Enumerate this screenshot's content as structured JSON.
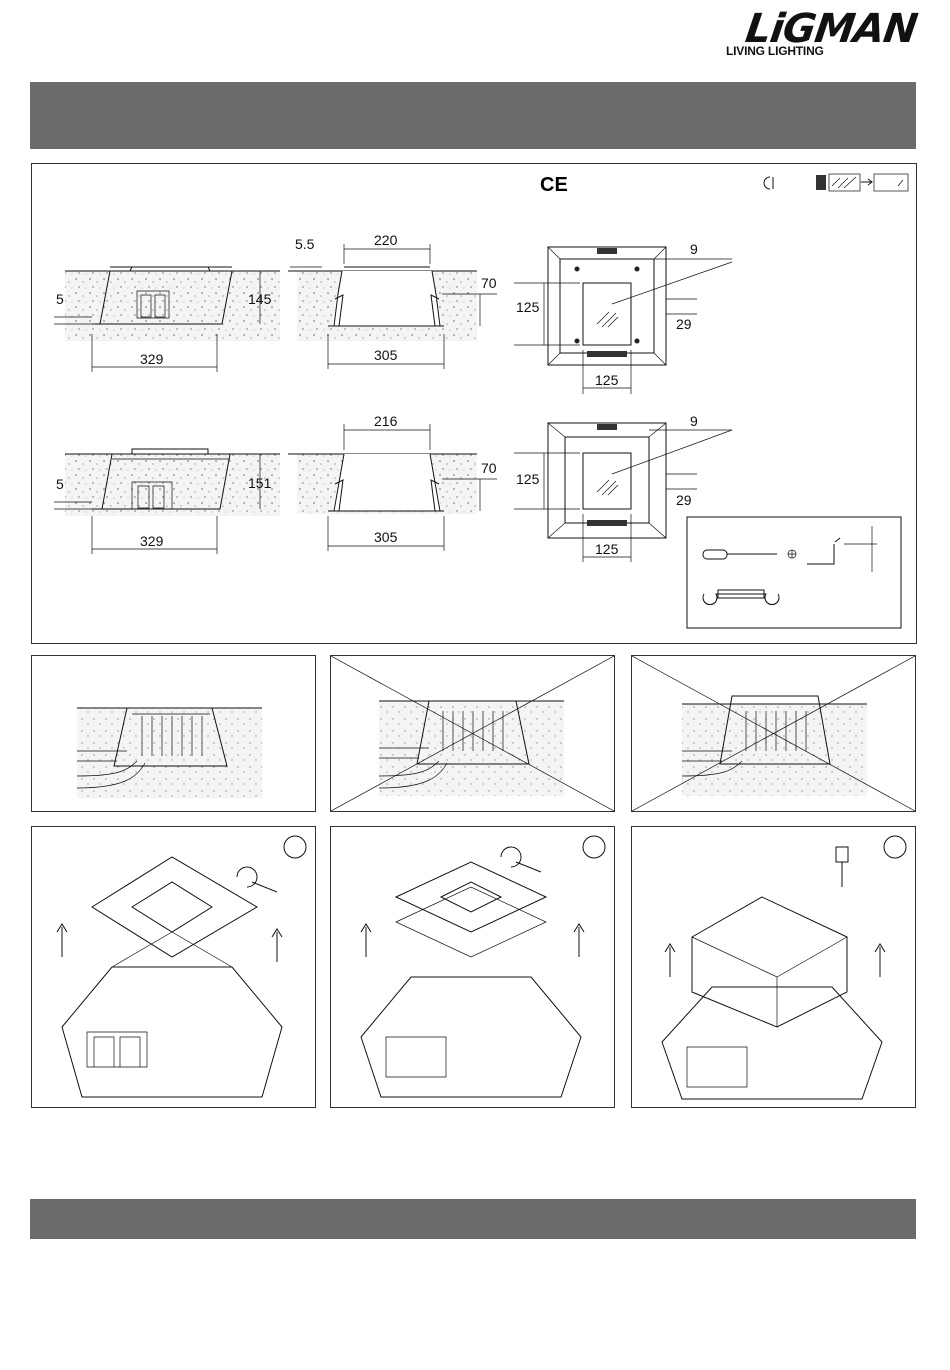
{
  "brand": {
    "name": "LiGMAN",
    "tagline": "LIVING LIGHTING"
  },
  "certification": {
    "mark": "CE"
  },
  "dimensions": {
    "top": {
      "height": "145",
      "offset": "5",
      "base_width": "329",
      "lip": "5.5",
      "top_width": "220",
      "depth": "70",
      "inner_width": "305"
    },
    "bottom": {
      "height": "151",
      "offset": "5",
      "base_width": "329",
      "top_width": "216",
      "depth": "70",
      "inner_width": "305"
    },
    "plan": {
      "edge": "9",
      "window_h": "125",
      "side": "29",
      "window_w": "125"
    }
  },
  "colors": {
    "band": "#6b6b6b",
    "soil": "#e9e9e9",
    "line": "#111111"
  },
  "icons": [
    "ce-mark-icon",
    "class-iii-icon",
    "glass-icon",
    "screwdriver-icon",
    "allen-key-icon",
    "spanner-icon"
  ]
}
